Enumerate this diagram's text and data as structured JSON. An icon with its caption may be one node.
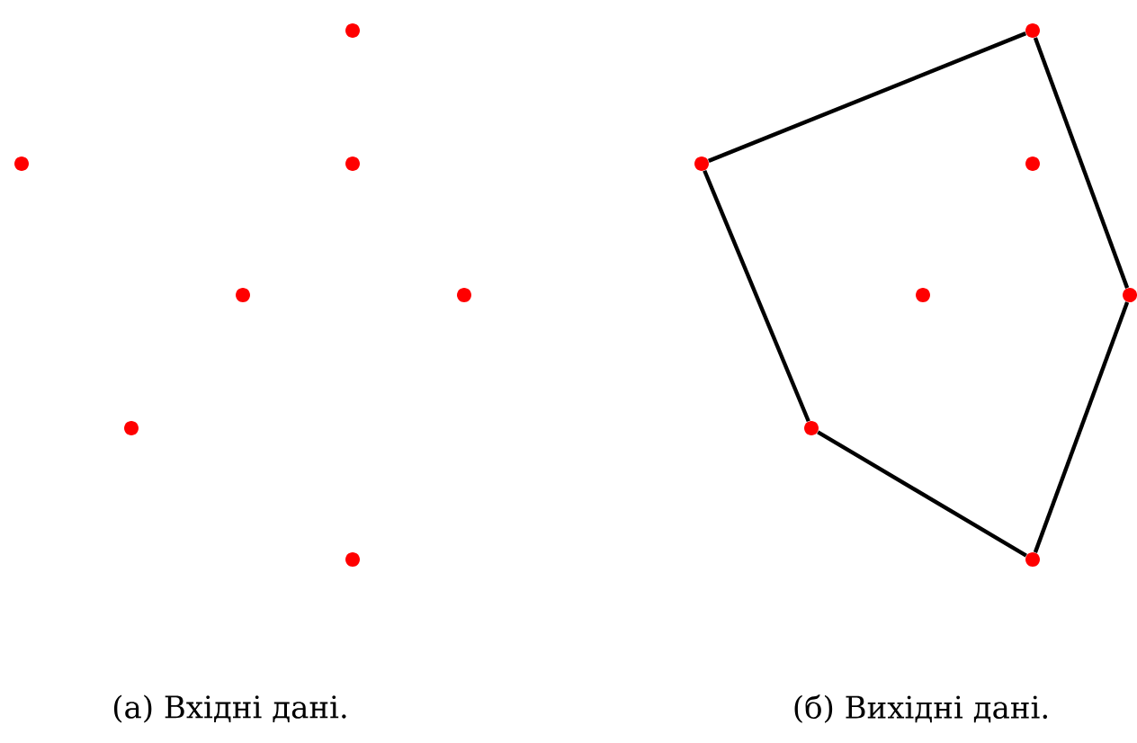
{
  "diagram": {
    "nodes": [
      {
        "text": [],
        "shape": "circle"
      },
      {
        "text": [],
        "shape": "circle"
      },
      {
        "text": [],
        "shape": "circle"
      },
      {
        "text": [],
        "shape": "circle"
      },
      {
        "text": [],
        "shape": "circle"
      },
      {
        "text": [],
        "shape": "circle"
      },
      {
        "text": [],
        "shape": "circle"
      },
      {
        "text": [],
        "shape": "circle"
      },
      {
        "text": [],
        "shape": "circle"
      },
      {
        "text": [],
        "shape": "circle"
      },
      {
        "text": [],
        "shape": "circle"
      },
      {
        "text": [],
        "shape": "circle"
      },
      {
        "text": [],
        "shape": "circle"
      },
      {
        "text": [],
        "shape": "circle"
      }
    ],
    "edges": [
      {
        "from": 8,
        "to": 7,
        "arrow": "none"
      },
      {
        "from": 7,
        "to": 11,
        "arrow": "none"
      },
      {
        "from": 11,
        "to": 13,
        "arrow": "none"
      },
      {
        "from": 13,
        "to": 12,
        "arrow": "none"
      },
      {
        "from": 12,
        "to": 8,
        "arrow": "none"
      }
    ],
    "labels": [
      "(а) Вхідні дані.",
      "(б) Вихідні дані."
    ]
  }
}
